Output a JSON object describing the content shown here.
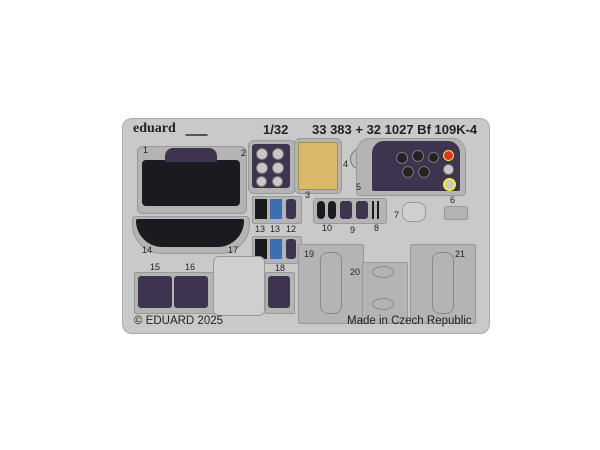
{
  "fret": {
    "brand": "eduard",
    "scale": "1/32",
    "product_title": "33 383 + 32 1027 Bf 109K-4",
    "copyright": "© EDUARD 2025",
    "origin": "Made in Czech Republic",
    "part_numbers": [
      "1",
      "2",
      "3",
      "4",
      "5",
      "6",
      "7",
      "8",
      "9",
      "10",
      "13",
      "13",
      "12",
      "14",
      "17",
      "19",
      "20",
      "21",
      "15",
      "16",
      "18"
    ]
  },
  "colors": {
    "fret": "#c9c9c9",
    "dark": "#1a1a20",
    "purple": "#3e3450",
    "yellow": "#d9b96a",
    "blue": "#3a6fb0"
  }
}
